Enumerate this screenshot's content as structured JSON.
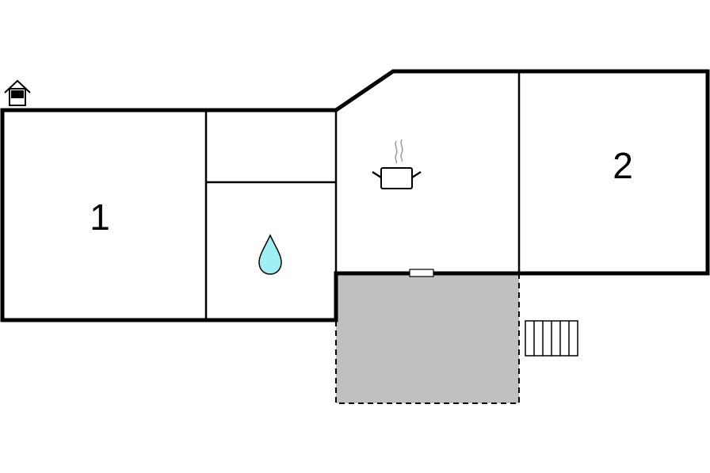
{
  "rooms": [
    {
      "id": "bedroom-1",
      "label": "1"
    },
    {
      "id": "bedroom-2",
      "label": "2"
    }
  ],
  "icons": {
    "entrance": "house-entrance-icon",
    "bathroom": "water-drop-icon",
    "kitchen": "cooking-pot-icon",
    "stairs": "stairs-icon"
  },
  "colors": {
    "wall": "#000000",
    "terrace_fill": "#c0c0c0",
    "water_drop": "#9ff0f5",
    "steam": "#999999",
    "background": "#ffffff"
  },
  "terrace": {
    "border_style": "dashed"
  }
}
